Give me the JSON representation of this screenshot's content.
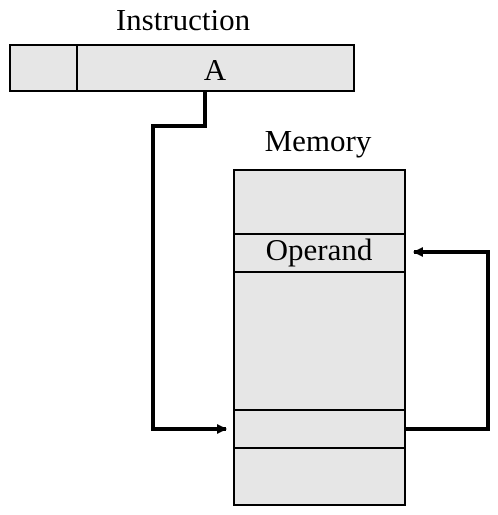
{
  "diagram": {
    "instruction": {
      "label": "Instruction",
      "address_field": "A"
    },
    "memory": {
      "label": "Memory",
      "operand_label": "Operand"
    },
    "colors": {
      "box_fill": "#e6e6e6",
      "stroke": "#000000",
      "background": "#ffffff"
    }
  }
}
